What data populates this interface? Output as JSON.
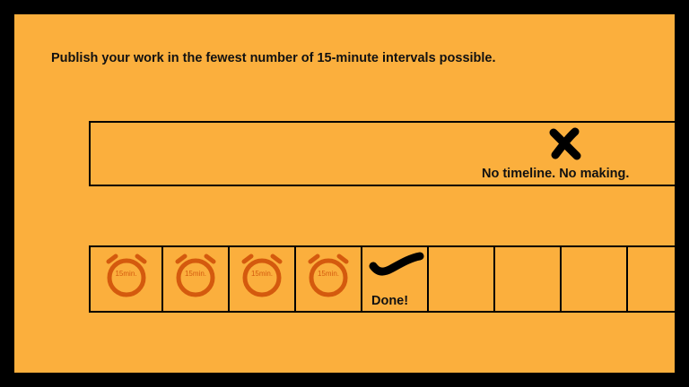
{
  "instruction": "Publish your work in the fewest number of 15-minute intervals possible.",
  "no_timeline_label": "No timeline. No making.",
  "timer_label": "15min.",
  "done_label": "Done!",
  "colors": {
    "background": "#FBAF3D",
    "frame": "#000000",
    "timer": "#D45A0E",
    "text": "#111111"
  },
  "icons": {
    "cross": "cross-mark-icon",
    "timer": "alarm-clock-icon",
    "check": "checkmark-icon"
  }
}
